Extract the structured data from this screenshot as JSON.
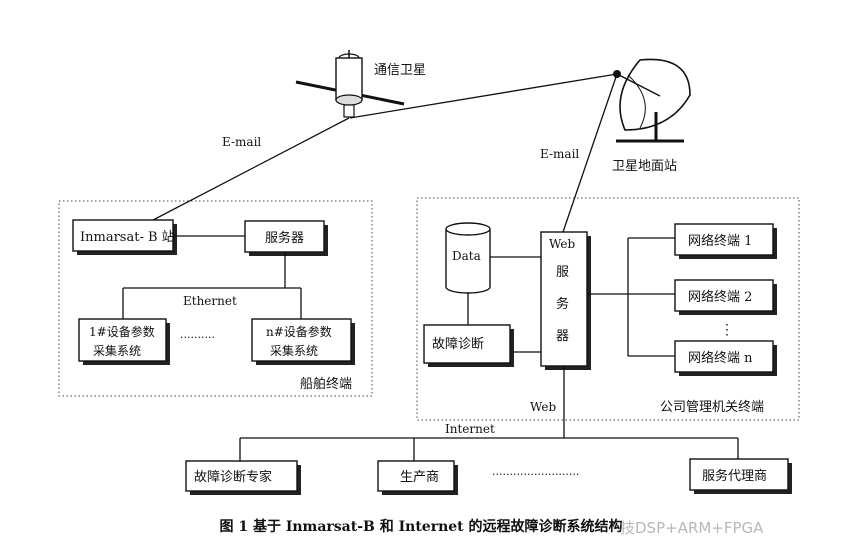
{
  "satellite": {
    "label": "通信卫星"
  },
  "ground_station": {
    "label": "卫星地面站"
  },
  "links": {
    "email_left": "E-mail",
    "email_right": "E-mail",
    "ethernet": "Ethernet",
    "web": "Web",
    "internet": "Internet"
  },
  "ship": {
    "inmarsat": "Inmarsat- B 站",
    "server": "服务器",
    "device_1": [
      "1#设备参数",
      "采集系统"
    ],
    "device_n": [
      "n#设备参数",
      "采集系统"
    ],
    "ellipsis": "··········",
    "title": "船舶终端"
  },
  "company": {
    "data": "Data",
    "web_server": [
      "Web",
      "服",
      "务",
      "器"
    ],
    "diagnosis": "故障诊断",
    "terminals": [
      "网络终端 1",
      "网络终端 2",
      "网络终端 n"
    ],
    "terminal_ellipsis": "⋮",
    "title": "公司管理机关终端"
  },
  "internet_nodes": [
    "故障诊断专家",
    "生产商",
    "服务代理商"
  ],
  "internet_ellipsis": "·························",
  "caption": "图 1   基于 Inmarsat-B 和 Internet 的远程故障诊断系统结构",
  "watermark": "技DSP+ARM+FPGA"
}
